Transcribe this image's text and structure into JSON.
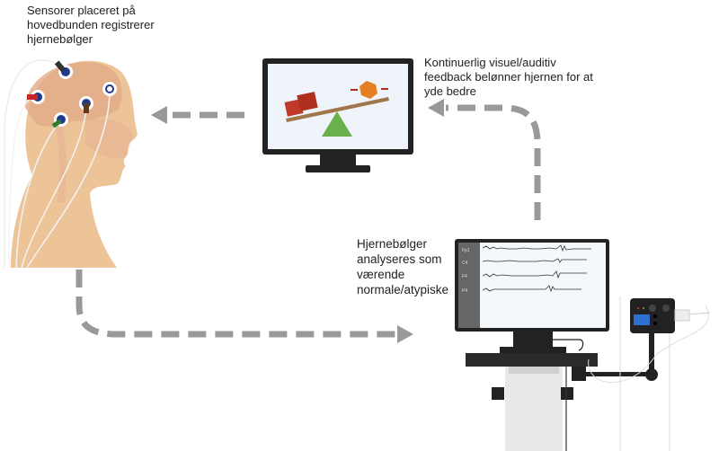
{
  "captions": {
    "sensors": "Sensorer placeret på\nhovedbunden registrerer\nhjernebølger",
    "feedback": "Kontinuerlig visuel/auditiv\nfeedback belønner hjernen for at\nyde bedre",
    "analysis": "Hjernebølger\nanalyseres som\nværende\nnormale/atypiske"
  },
  "colors": {
    "arrow": "#999999",
    "skin": "#ecc498",
    "brain": "#e2ab8a",
    "monitor": "#222222",
    "electrode_blue": "#1f3a8a"
  },
  "icons": [
    "head-with-electrodes",
    "feedback-monitor",
    "eeg-monitor",
    "amplifier-device"
  ]
}
